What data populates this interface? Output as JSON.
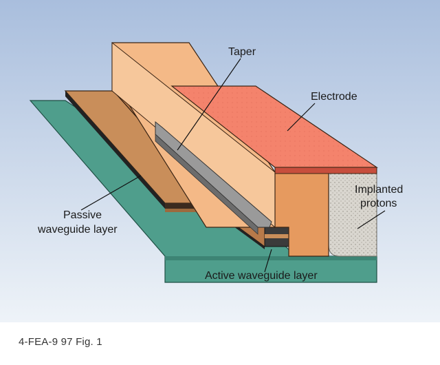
{
  "figure": {
    "labels": {
      "taper": "Taper",
      "electrode": "Electrode",
      "implanted_line1": "Implanted",
      "implanted_line2": "protons",
      "passive_line1": "Passive",
      "passive_line2": "waveguide layer",
      "active": "Active waveguide layer"
    },
    "colors": {
      "background_top": "#a9bedd",
      "background_bottom": "#eef3f8",
      "substrate": "#4f9e8c",
      "passive_layer": "#c98e5a",
      "ridge": "#f4b987",
      "electrode": "#f4836c",
      "taper": "#9a9a9a",
      "implanted": "#d9d6cf"
    }
  },
  "caption": "4-FEA-9 97 Fig. 1"
}
